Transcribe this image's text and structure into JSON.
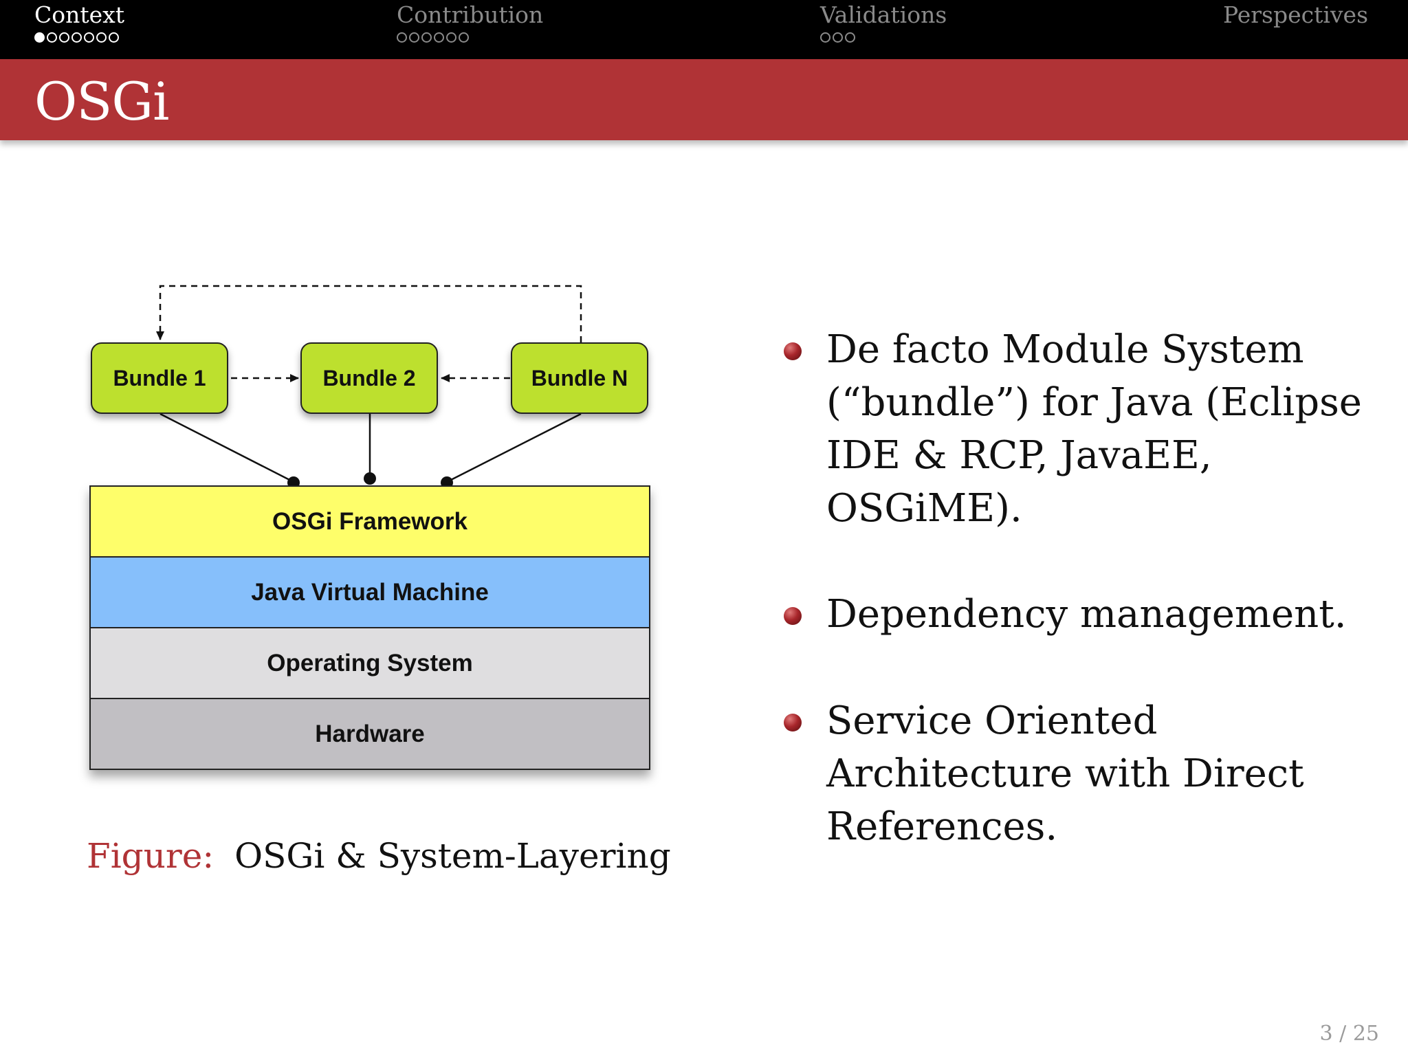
{
  "nav": {
    "sections": [
      {
        "label": "Context",
        "dots": 7,
        "filled": 1,
        "active": true
      },
      {
        "label": "Contribution",
        "dots": 6,
        "filled": 0,
        "active": false
      },
      {
        "label": "Validations",
        "dots": 3,
        "filled": 0,
        "active": false
      },
      {
        "label": "Perspectives",
        "dots": 0,
        "filled": 0,
        "active": false
      }
    ]
  },
  "slide": {
    "title": "OSGi",
    "page": "3 / 25"
  },
  "diagram": {
    "bundles": [
      "Bundle 1",
      "Bundle 2",
      "Bundle N"
    ],
    "layers": [
      {
        "label": "OSGi Framework",
        "color": "#fefe6a"
      },
      {
        "label": "Java Virtual Machine",
        "color": "#86bffb"
      },
      {
        "label": "Operating System",
        "color": "#dfdee0"
      },
      {
        "label": "Hardware",
        "color": "#c1bfc3"
      }
    ],
    "bundle_color": "#bde02e"
  },
  "caption": {
    "label": "Figure:",
    "text": "OSGi & System-Layering"
  },
  "bullets": [
    "De facto Module System (“bundle”) for Java (Eclipse IDE & RCP, JavaEE, OSGiME).",
    "Dependency management.",
    "Service Oriented Architecture with Direct References."
  ],
  "colors": {
    "accent": "#b03336",
    "header_bg": "#000000"
  }
}
